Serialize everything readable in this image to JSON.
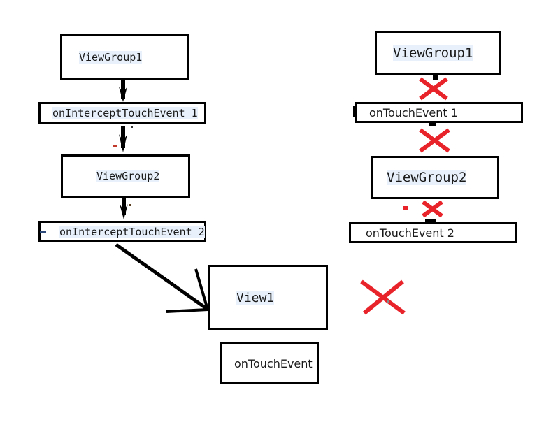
{
  "diagram": {
    "title": "Android touch event dispatch diagram",
    "colors": {
      "box_border": "#000000",
      "text": "#1a1a1a",
      "highlight": "#e8f1fb",
      "cross_red": "#e8232a",
      "arrow_black": "#000000",
      "background": "#ffffff"
    },
    "left_flow": {
      "nodes": [
        {
          "id": "vg1-left",
          "label": "ViewGroup1",
          "style": "mono-highlight"
        },
        {
          "id": "oite1",
          "label": "onInterceptTouchEvent_1",
          "style": "mono-highlight"
        },
        {
          "id": "vg2-left",
          "label": "ViewGroup2",
          "style": "mono-highlight"
        },
        {
          "id": "oite2",
          "label": "onInterceptTouchEvent_2",
          "style": "mono-highlight"
        },
        {
          "id": "view1",
          "label": "View1",
          "style": "mono-highlight"
        },
        {
          "id": "ote-bottom",
          "label": "onTouchEvent",
          "style": "sans-plain"
        }
      ],
      "connectors": [
        {
          "from": "vg1-left",
          "to": "oite1",
          "kind": "down-arrow"
        },
        {
          "from": "oite1",
          "to": "vg2-left",
          "kind": "down-arrow"
        },
        {
          "from": "vg2-left",
          "to": "oite2",
          "kind": "down-arrow"
        },
        {
          "from": "oite2",
          "to": "view1",
          "kind": "diagonal-arrow"
        }
      ]
    },
    "right_flow": {
      "nodes": [
        {
          "id": "vg1-right",
          "label": "ViewGroup1",
          "style": "mono-highlight"
        },
        {
          "id": "ote1",
          "label": "onTouchEvent 1",
          "style": "sans-plain"
        },
        {
          "id": "vg2-right",
          "label": "ViewGroup2",
          "style": "mono-highlight"
        },
        {
          "id": "ote2",
          "label": "onTouchEvent 2",
          "style": "sans-plain"
        }
      ],
      "crosses": [
        {
          "id": "cross-1",
          "between": [
            "vg1-right",
            "ote1"
          ]
        },
        {
          "id": "cross-2",
          "between": [
            "ote1",
            "vg2-right"
          ]
        },
        {
          "id": "cross-3",
          "between": [
            "vg2-right",
            "ote2"
          ]
        },
        {
          "id": "cross-4",
          "between": [
            "",
            "view1"
          ]
        }
      ]
    }
  }
}
